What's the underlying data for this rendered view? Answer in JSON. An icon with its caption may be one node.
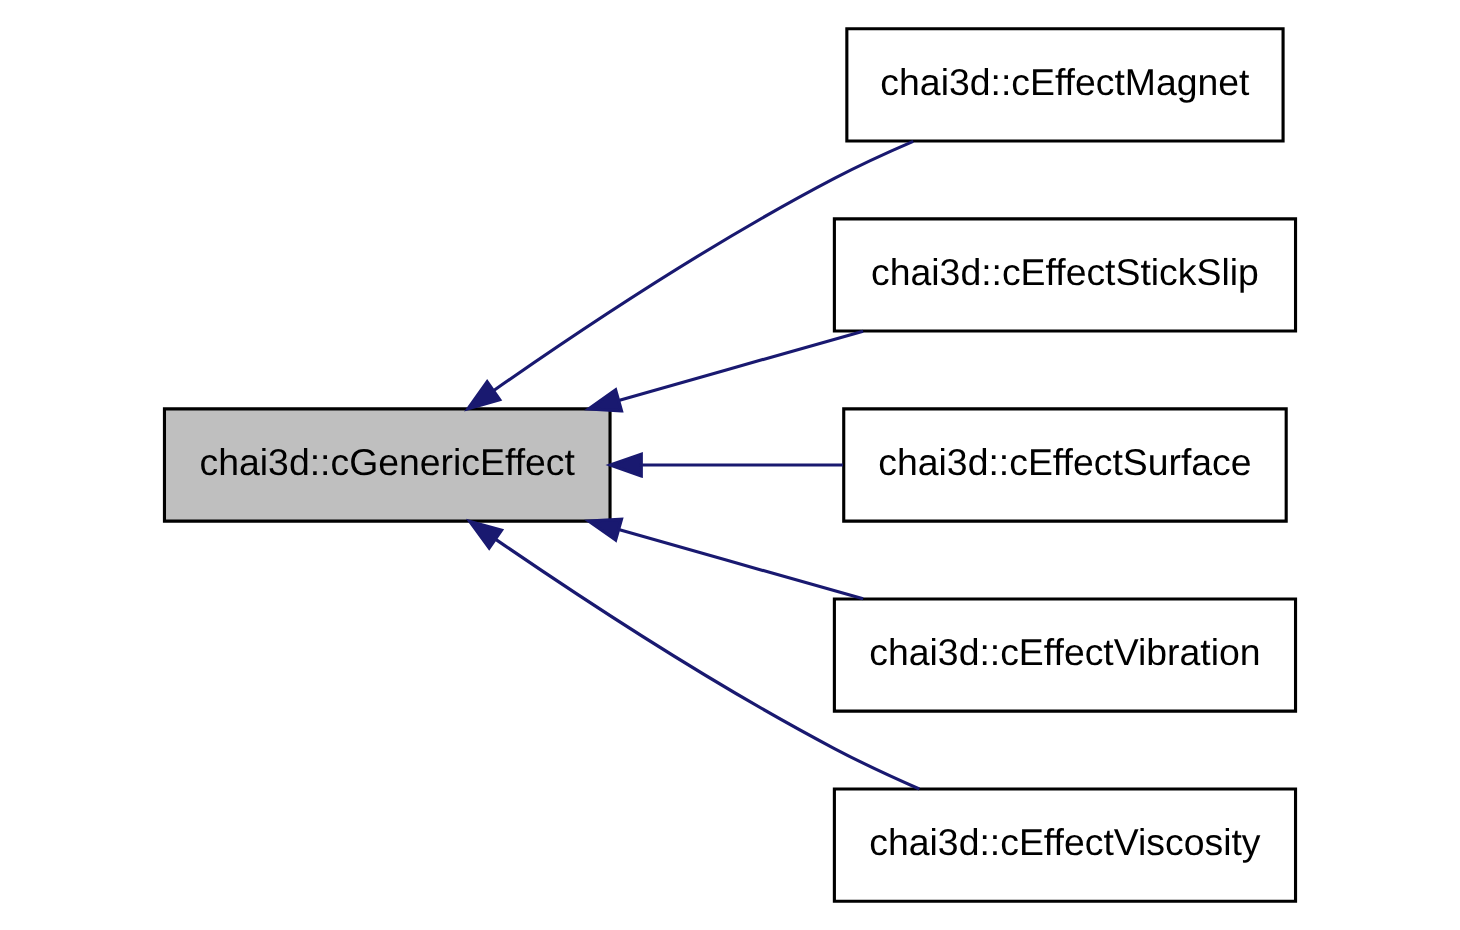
{
  "diagram": {
    "nodes": [
      {
        "text": [
          "chai3d::cGenericEffect"
        ]
      },
      {
        "text": [
          "chai3d::cEffectMagnet"
        ]
      },
      {
        "text": [
          "chai3d::cEffectStickSlip"
        ]
      },
      {
        "text": [
          "chai3d::cEffectSurface"
        ]
      },
      {
        "text": [
          "chai3d::cEffectVibration"
        ]
      },
      {
        "text": [
          "chai3d::cEffectViscosity"
        ]
      }
    ],
    "edges": [
      {
        "from": 1,
        "to": 0,
        "arrow": "to"
      },
      {
        "from": 2,
        "to": 0,
        "arrow": "to"
      },
      {
        "from": 3,
        "to": 0,
        "arrow": "to"
      },
      {
        "from": 4,
        "to": 0,
        "arrow": "to"
      },
      {
        "from": 5,
        "to": 0,
        "arrow": "to"
      }
    ]
  }
}
